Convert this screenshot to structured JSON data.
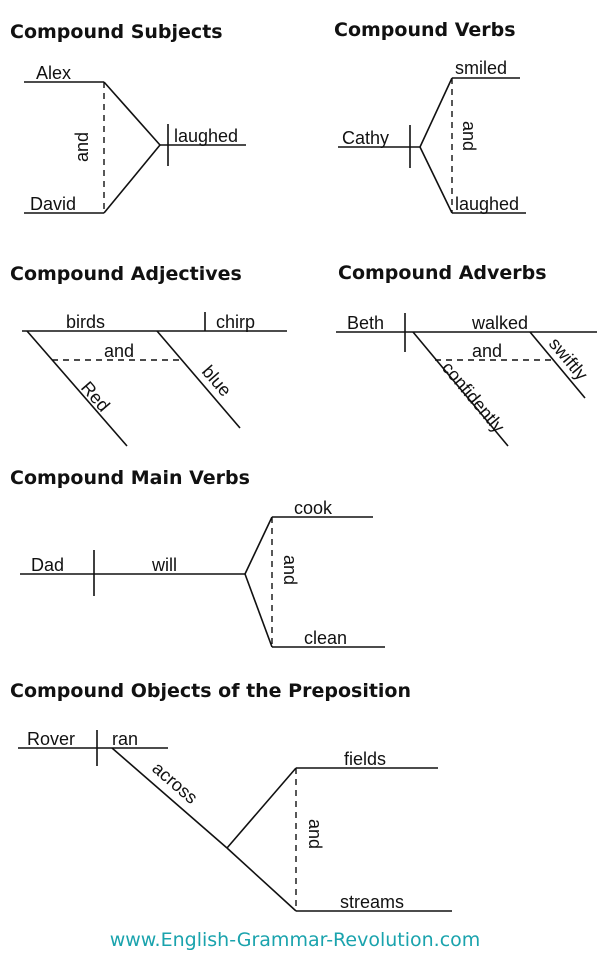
{
  "headings": {
    "compound_subjects": "Compound Subjects",
    "compound_verbs": "Compound Verbs",
    "compound_adjectives": "Compound Adjectives",
    "compound_adverbs": "Compound Adverbs",
    "compound_main_verbs": "Compound Main Verbs",
    "compound_objects_of_preposition": "Compound Objects of the Preposition"
  },
  "subjects_diagram": {
    "subject_1": "Alex",
    "subject_2": "David",
    "conjunction": "and",
    "verb": "laughed"
  },
  "verbs_diagram": {
    "subject": "Cathy",
    "verb_1": "smiled",
    "verb_2": "laughed",
    "conjunction": "and"
  },
  "adjectives_diagram": {
    "subject": "birds",
    "verb": "chirp",
    "conjunction": "and",
    "adjective_1": "Red",
    "adjective_2": "blue"
  },
  "adverbs_diagram": {
    "subject": "Beth",
    "verb": "walked",
    "conjunction": "and",
    "adverb_1": "confidently",
    "adverb_2": "swiftly"
  },
  "main_verbs_diagram": {
    "subject": "Dad",
    "helping_verb": "will",
    "verb_1": "cook",
    "verb_2": "clean",
    "conjunction": "and"
  },
  "preposition_diagram": {
    "subject": "Rover",
    "verb": "ran",
    "preposition": "across",
    "object_1": "fields",
    "object_2": "streams",
    "conjunction": "and"
  },
  "footer": {
    "url": "www.English-Grammar-Revolution.com"
  },
  "colors": {
    "footer_text": "#1aa3ad",
    "lines": "#111111"
  }
}
